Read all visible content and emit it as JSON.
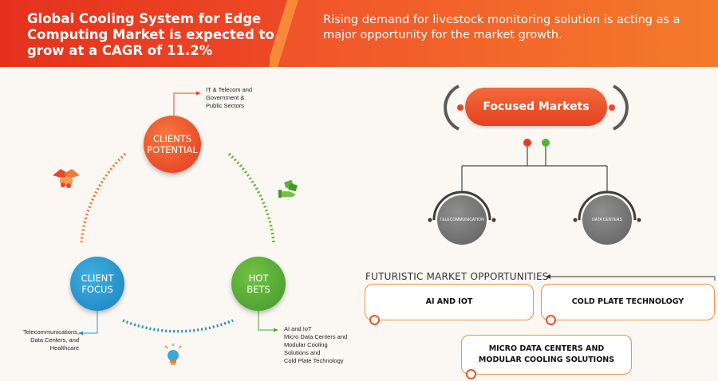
{
  "header": {
    "title": "Global Cooling System for Edge Computing Market is expected to grow at a CAGR of 11.2%",
    "tagline": "Rising demand for livestock monitoring solution is acting as a major opportunity for the market growth."
  },
  "cycle": {
    "clients_potential": {
      "line1": "CLIENTS",
      "line2": "POTENTIAL",
      "color": "#e9462a"
    },
    "client_focus": {
      "line1": "CLIENT",
      "line2": "FOCUS",
      "color": "#2a94cf"
    },
    "hot_bets": {
      "line1": "HOT",
      "line2": "BETS",
      "color": "#4ea833"
    },
    "note_clients": [
      "IT & Telecom and",
      "Government &",
      "Public Sectors"
    ],
    "note_focus": [
      "Telecommunications,",
      "Data Centers, and",
      "Healthcare"
    ],
    "note_hot": [
      "AI and IoT",
      "Micro Data Centers and",
      "Modular Cooling",
      "Solutions and",
      "Cold Plate Technology"
    ]
  },
  "focused": {
    "title": "Focused Markets",
    "segments": [
      "TELECOMMUNICATION",
      "DATA CENTERS"
    ]
  },
  "opportunities": {
    "title": "FUTURISTIC MARKET OPPORTUNITIES",
    "items": [
      "AI AND IOT",
      "COLD PLATE TECHNOLOGY",
      "MICRO DATA CENTERS AND",
      "MODULAR COOLING SOLUTIONS"
    ]
  },
  "icons": [
    "handshake-icon",
    "money-hand-icon",
    "lightbulb-icon"
  ]
}
